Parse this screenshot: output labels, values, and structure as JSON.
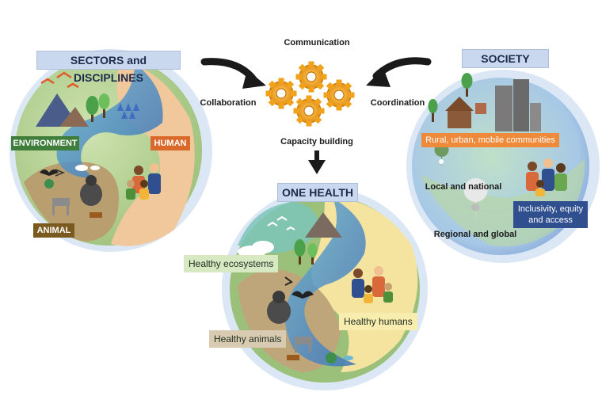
{
  "process": {
    "communication": "Communication",
    "collaboration": "Collaboration",
    "coordination": "Coordination",
    "capacity_building": "Capacity building"
  },
  "sectors": {
    "title": "SECTORS and DISCIPLINES",
    "environment": "ENVIRONMENT",
    "human": "HUMAN",
    "animal": "ANIMAL"
  },
  "society": {
    "title": "SOCIETY",
    "communities": "Rural, urban, mobile communities",
    "local": "Local and national",
    "regional": "Regional and global",
    "inclusivity": "Inclusivity, equity and access"
  },
  "one_health": {
    "title": "ONE HEALTH",
    "ecosystems": "Healthy ecosystems",
    "humans": "Healthy humans",
    "animals": "Healthy animals"
  },
  "colors": {
    "environment": "#3f7d3a",
    "human": "#d96a2b",
    "animal": "#7a5a1e",
    "gear": "#f0a21c",
    "title_bg": "#c9d8ee",
    "community": "#ee8a3a",
    "inclusivity": "#2f4f8f"
  },
  "icons": [
    "gear-icon",
    "arrow-icon",
    "map-pin-icon",
    "mountain-icon",
    "tree-icon",
    "bird-icon",
    "gorilla-icon",
    "people-icon",
    "building-icon"
  ]
}
